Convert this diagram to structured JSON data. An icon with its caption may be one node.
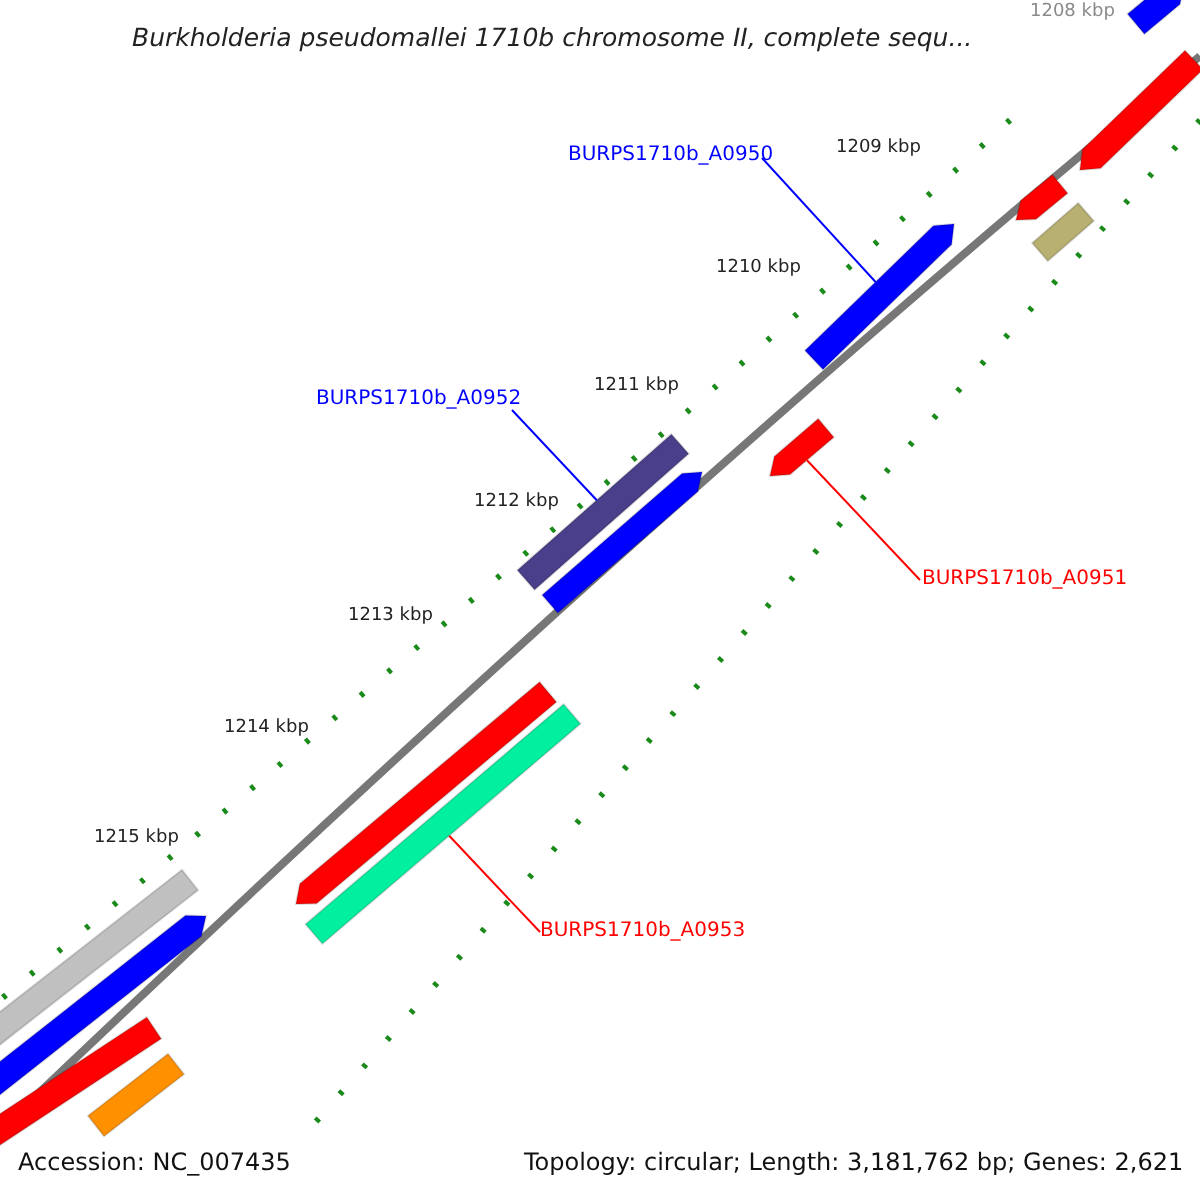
{
  "diagram": {
    "title": "Burkholderia pseudomallei 1710b chromosome II, complete sequ...",
    "nodes": [
      {
        "text": [],
        "shape": "bar"
      },
      {
        "text": [],
        "shape": "bar"
      },
      {
        "text": [
          "BURPS1710b_A0950"
        ]
      },
      {
        "text": [],
        "shape": "bar"
      },
      {
        "text": [],
        "shape": "bar"
      },
      {
        "text": [],
        "shape": "bar"
      },
      {
        "text": [
          "BURPS1710b_A0952"
        ]
      },
      {
        "text": [],
        "shape": "bar"
      },
      {
        "text": [],
        "shape": "bar"
      },
      {
        "text": [],
        "shape": "bar"
      },
      {
        "text": [
          "BURPS1710b_A0951"
        ]
      },
      {
        "text": [],
        "shape": "bar"
      },
      {
        "text": [],
        "shape": "bar"
      },
      {
        "text": [
          "BURPS1710b_A0953"
        ]
      },
      {
        "text": [],
        "shape": "bar"
      },
      {
        "text": [],
        "shape": "bar"
      },
      {
        "text": [],
        "shape": "bar"
      },
      {
        "text": [],
        "shape": "bar"
      }
    ],
    "edges": [
      {
        "from": 2,
        "to": 5,
        "arrow": "none",
        "color": "#0000ff"
      },
      {
        "from": 6,
        "to": 7,
        "arrow": "none",
        "color": "#0000ff"
      },
      {
        "from": 10,
        "to": 9,
        "arrow": "none",
        "color": "#ff0000"
      },
      {
        "from": 13,
        "to": 12,
        "arrow": "none",
        "color": "#ff0000"
      }
    ],
    "labels": [
      "1208 kbp",
      "1209 kbp",
      "1210 kbp",
      "1211 kbp",
      "1212 kbp",
      "1213 kbp",
      "1214 kbp",
      "1215 kbp",
      "Accession: NC_007435",
      "Topology: circular; Length: 3,181,762 bp; Genes: 2,621"
    ]
  }
}
